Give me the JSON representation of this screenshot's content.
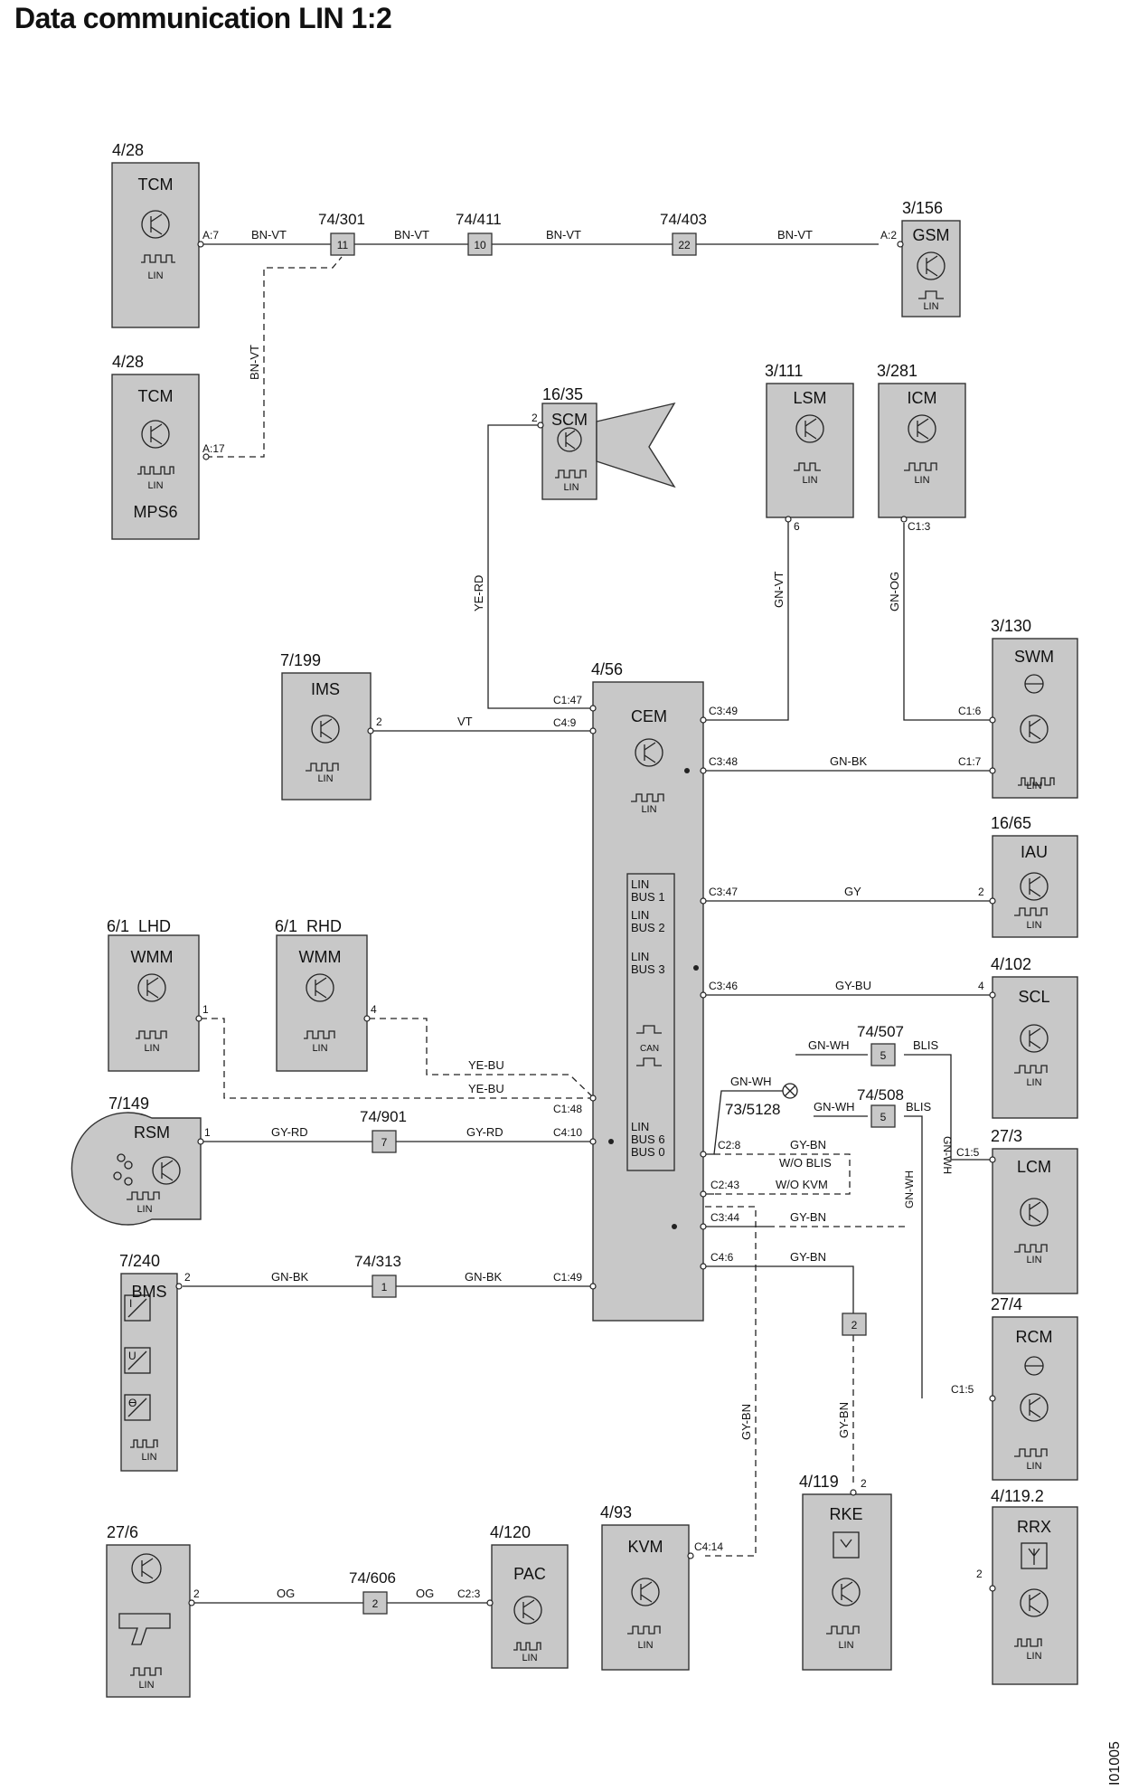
{
  "title": "Data communication LIN 1:2",
  "image_id": "I01005",
  "modules": [
    {
      "key": "tcm1",
      "ref": "4/28",
      "name": "TCM",
      "sub": "LIN",
      "extra": ""
    },
    {
      "key": "tcm2",
      "ref": "4/28",
      "name": "TCM",
      "sub": "LIN",
      "extra": "MPS6"
    },
    {
      "key": "gsm",
      "ref": "3/156",
      "name": "GSM",
      "sub": "LIN",
      "extra": ""
    },
    {
      "key": "scm",
      "ref": "16/35",
      "name": "SCM",
      "sub": "LIN",
      "extra": ""
    },
    {
      "key": "lsm",
      "ref": "3/111",
      "name": "LSM",
      "sub": "LIN",
      "extra": ""
    },
    {
      "key": "icm",
      "ref": "3/281",
      "name": "ICM",
      "sub": "LIN",
      "extra": ""
    },
    {
      "key": "ims",
      "ref": "7/199",
      "name": "IMS",
      "sub": "LIN",
      "extra": ""
    },
    {
      "key": "cem",
      "ref": "4/56",
      "name": "CEM",
      "sub": "LIN",
      "extra": ""
    },
    {
      "key": "swm",
      "ref": "3/130",
      "name": "SWM",
      "sub": "LIN",
      "extra": ""
    },
    {
      "key": "iau",
      "ref": "16/65",
      "name": "IAU",
      "sub": "LIN",
      "extra": ""
    },
    {
      "key": "scl",
      "ref": "4/102",
      "name": "SCL",
      "sub": "LIN",
      "extra": ""
    },
    {
      "key": "wmm_l",
      "ref": "6/1  LHD",
      "name": "WMM",
      "sub": "LIN",
      "extra": ""
    },
    {
      "key": "wmm_r",
      "ref": "6/1  RHD",
      "name": "WMM",
      "sub": "LIN",
      "extra": ""
    },
    {
      "key": "rsm",
      "ref": "7/149",
      "name": "RSM",
      "sub": "LIN",
      "extra": ""
    },
    {
      "key": "lcm",
      "ref": "27/3",
      "name": "LCM",
      "sub": "LIN",
      "extra": ""
    },
    {
      "key": "bms",
      "ref": "7/240",
      "name": "BMS",
      "sub": "LIN",
      "extra": ""
    },
    {
      "key": "rcm",
      "ref": "27/4",
      "name": "RCM",
      "sub": "LIN",
      "extra": ""
    },
    {
      "key": "rke",
      "ref": "4/119",
      "name": "RKE",
      "sub": "LIN",
      "extra": ""
    },
    {
      "key": "rrx",
      "ref": "4/119.2",
      "name": "RRX",
      "sub": "LIN",
      "extra": ""
    },
    {
      "key": "m276",
      "ref": "27/6",
      "name": "",
      "sub": "LIN",
      "extra": ""
    },
    {
      "key": "pac",
      "ref": "4/120",
      "name": "PAC",
      "sub": "LIN",
      "extra": ""
    },
    {
      "key": "kvm",
      "ref": "4/93",
      "name": "KVM",
      "sub": "LIN",
      "extra": ""
    }
  ],
  "cem_internal": {
    "bus1": [
      "LIN",
      "BUS 1"
    ],
    "bus2": [
      "LIN",
      "BUS 2"
    ],
    "bus3": [
      "LIN",
      "BUS 3"
    ],
    "can": "CAN",
    "bus6": [
      "LIN",
      "BUS 6",
      "BUS 0"
    ]
  },
  "connectors": [
    {
      "key": "c301",
      "ref": "74/301",
      "pin": "11"
    },
    {
      "key": "c411",
      "ref": "74/411",
      "pin": "10"
    },
    {
      "key": "c403",
      "ref": "74/403",
      "pin": "22"
    },
    {
      "key": "c507",
      "ref": "74/507",
      "pin": "5"
    },
    {
      "key": "c508",
      "ref": "74/508",
      "pin": "5"
    },
    {
      "key": "c901",
      "ref": "74/901",
      "pin": "7"
    },
    {
      "key": "c313",
      "ref": "74/313",
      "pin": "1"
    },
    {
      "key": "c606",
      "ref": "74/606",
      "pin": "2"
    },
    {
      "key": "cgy",
      "ref": "",
      "pin": "2"
    }
  ],
  "pins": {
    "tcm1": "A:7",
    "tcm2": "A:17",
    "gsm": "A:2",
    "scm": "2",
    "lsm": "6",
    "icm": "C1:3",
    "ims": "2",
    "swm1": "C1:6",
    "swm2": "C1:7",
    "iau": "2",
    "scl": "4",
    "wmm_l": "1",
    "wmm_r": "4",
    "rsm": "1",
    "lcm": "C1:5",
    "bms": "2",
    "rcm": "C1:5",
    "rke": "2",
    "rrx": "2",
    "m276": "2",
    "pac": "C2:3",
    "kvm": "C4:14",
    "cem_c147": "C1:47",
    "cem_c49": "C4:9",
    "cem_c349": "C3:49",
    "cem_c348": "C3:48",
    "cem_c347": "C3:47",
    "cem_c346": "C3:46",
    "cem_c148": "C1:48",
    "cem_c410": "C4:10",
    "cem_c28": "C2:8",
    "cem_c243": "C2:43",
    "cem_c344": "C3:44",
    "cem_c46": "C4:6",
    "cem_c149": "C1:49"
  },
  "wires": {
    "bnvt1": "BN-VT",
    "bnvt2": "BN-VT",
    "bnvt3": "BN-VT",
    "bnvt4": "BN-VT",
    "bnvt5": "BN-VT",
    "yerd": "YE-RD",
    "gnvt": "GN-VT",
    "gnog": "GN-OG",
    "vt": "VT",
    "gnbk1": "GN-BK",
    "gy": "GY",
    "gybu": "GY-BU",
    "yebu1": "YE-BU",
    "yebu2": "YE-BU",
    "gyrd1": "GY-RD",
    "gyrd2": "GY-RD",
    "gnwh1": "GN-WH",
    "gnwh2": "GN-WH",
    "gnwh3": "GN-WH",
    "gnwh4": "GN-WH",
    "blis1": "BLIS",
    "blis2": "BLIS",
    "wo_blis": "W/O BLIS",
    "wo_kvm": "W/O KVM",
    "gybn1": "GY-BN",
    "gybn2": "GY-BN",
    "gybn3": "GY-BN",
    "gybn4": "GY-BN",
    "gybn5": "GY-BN",
    "gnbk2": "GN-BK",
    "gnbk3": "GN-BK",
    "og1": "OG",
    "og2": "OG"
  },
  "ground_ref": "73/5128"
}
